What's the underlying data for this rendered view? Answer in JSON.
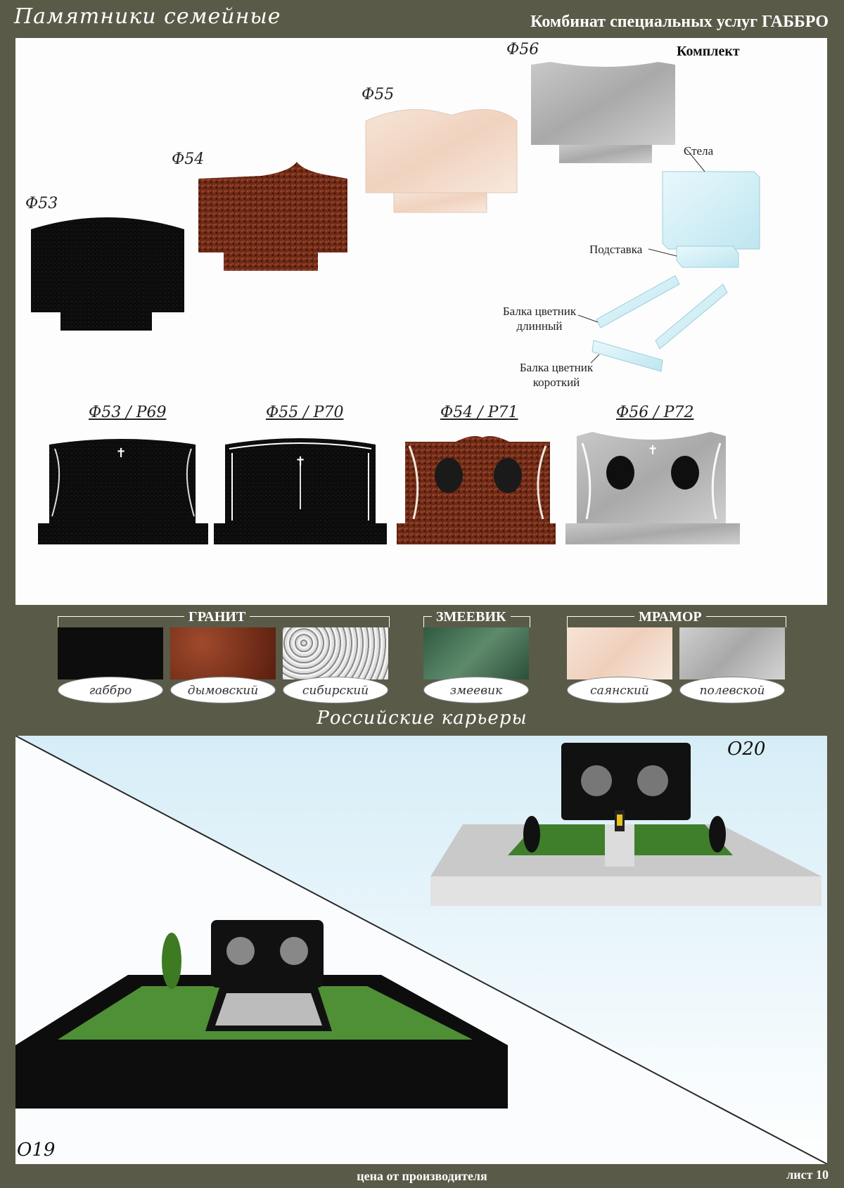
{
  "header": {
    "title_left": "Памятники семейные",
    "title_right": "Комбинат специальных услуг ГАББРО"
  },
  "models": {
    "f53": "Ф53",
    "f54": "Ф54",
    "f55": "Ф55",
    "f56": "Ф56"
  },
  "kit": {
    "title": "Комплект",
    "stela": "Стела",
    "stand": "Подставка",
    "beam_long": "Балка цветник длинный",
    "beam_short": "Балка цветник короткий"
  },
  "designs": [
    {
      "code": "Ф53 / Р69"
    },
    {
      "code": "Ф55 / Р70"
    },
    {
      "code": "Ф54 / Р71"
    },
    {
      "code": "Ф56 / Р72"
    }
  ],
  "materials": {
    "granite": {
      "title": "ГРАНИТ",
      "items": [
        "габбро",
        "дымовский",
        "сибирский"
      ]
    },
    "serpentine": {
      "title": "ЗМЕЕВИК",
      "items": [
        "змеевик"
      ]
    },
    "marble": {
      "title": "МРАМОР",
      "items": [
        "саянский",
        "полевской"
      ]
    },
    "caption": "Российские карьеры"
  },
  "complexes": {
    "o20": "О20",
    "o19": "О19"
  },
  "footer": {
    "price": "цена от производителя",
    "sheet": "лист 10"
  },
  "colors": {
    "frame": "#5a5a48",
    "gabbro": "#0d0d0d",
    "dymovsky": "#7a2f1a",
    "siberian": "#c8c8c8",
    "serpentine": "#3f6b4f",
    "sayan": "#f3d9c8",
    "polevskoy": "#b8b8b8",
    "grass": "#4f8f35"
  }
}
